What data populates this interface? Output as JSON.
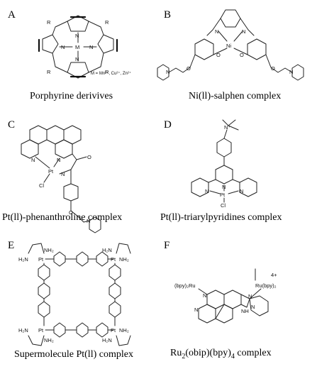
{
  "panels": [
    {
      "letter": "A",
      "caption": "Porphyrine derivives",
      "metal": "M",
      "substituent": "R",
      "metals_note": "M = Mn²⁺, Cu²⁺, Zn²⁺"
    },
    {
      "letter": "B",
      "caption": "Ni(ll)-salphen complex",
      "metal": "Ni",
      "heteroatom_n": "N",
      "heteroatom_o": "O"
    },
    {
      "letter": "C",
      "caption": "Pt(ll)-phenanthroline complex",
      "metal": "Pt",
      "chloride": "Cl",
      "heteroatom_n": "N",
      "heteroatom_o": "O"
    },
    {
      "letter": "D",
      "caption": "Pt(ll)-triarylpyridines complex",
      "metal": "Pt",
      "chloride": "Cl",
      "heteroatom_n": "N",
      "ammonium": "N⁺"
    },
    {
      "letter": "E",
      "caption": "Supermolecule Pt(ll) complex",
      "metal": "Pt",
      "amine_nh2": "NH₂",
      "amine_h2n": "H₂N",
      "heteroatom_n": "N"
    },
    {
      "letter": "F",
      "caption_main": "Ru",
      "caption_sub1": "2",
      "caption_mid": "(obip)(bpy)",
      "caption_sub2": "4",
      "caption_end": " complex",
      "charge": "4+",
      "ru_left": "(bpy)₂Ru",
      "ru_right": "Ru(bpy)₂",
      "heteroatom_n": "N",
      "nh": "NH"
    }
  ]
}
